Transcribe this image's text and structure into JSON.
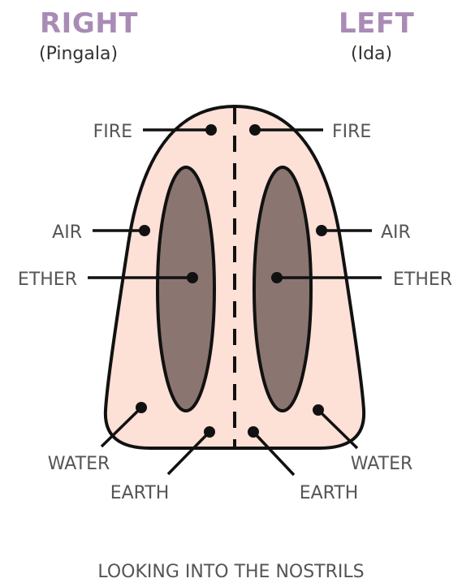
{
  "right": {
    "title": "RIGHT",
    "subtitle": "(Pingala)"
  },
  "left": {
    "title": "LEFT",
    "subtitle": "(Ida)"
  },
  "labels": {
    "right": [
      "FIRE",
      "AIR",
      "ETHER",
      "WATER",
      "EARTH"
    ],
    "left": [
      "FIRE",
      "AIR",
      "ETHER",
      "WATER",
      "EARTH"
    ]
  },
  "caption": "LOOKING INTO THE NOSTRILS",
  "colors": {
    "title": "#a98bb5",
    "nose_fill": "#fde0d6",
    "nostril_fill": "#8a7570",
    "outline": "#111111",
    "label_text": "#555555"
  }
}
